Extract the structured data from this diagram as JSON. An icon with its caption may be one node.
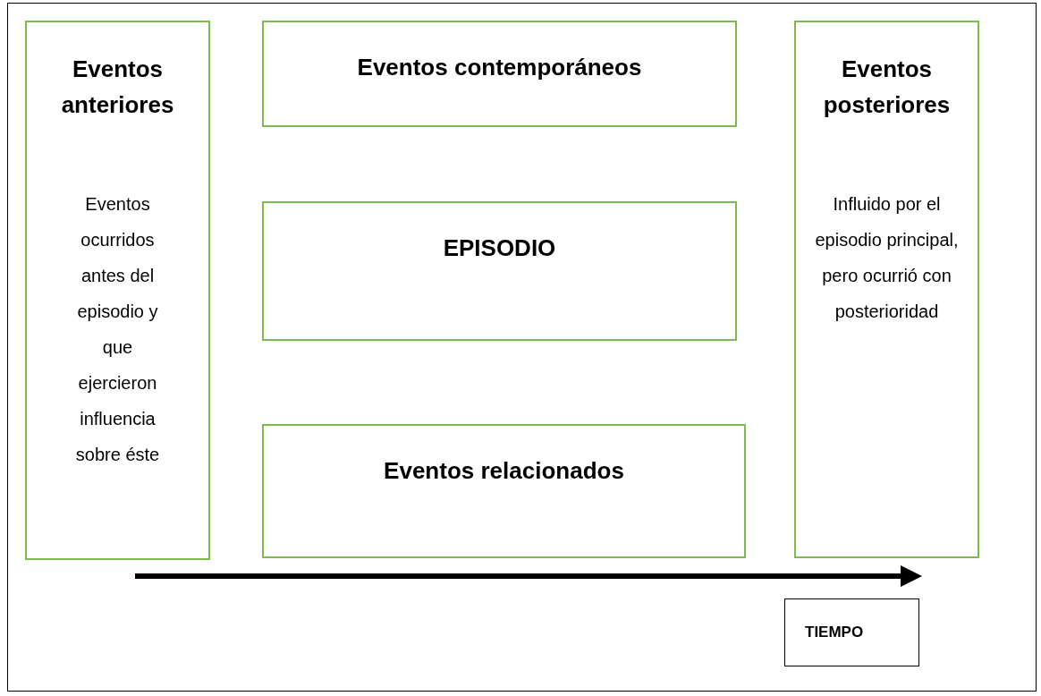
{
  "diagram": {
    "nodes": [
      {
        "text": [
          "Eventos anteriores",
          "Eventos ocurridos antes del episodio y que ejercieron influencia sobre éste"
        ]
      },
      {
        "text": [
          "Eventos contemporáneos"
        ]
      },
      {
        "text": [
          "EPISODIO"
        ]
      },
      {
        "text": [
          "Eventos relacionados"
        ]
      },
      {
        "text": [
          "Eventos posteriores",
          "Influido por el episodio principal, pero ocurrió con posterioridad"
        ]
      },
      {
        "text": [
          "TIEMPO"
        ]
      }
    ]
  }
}
